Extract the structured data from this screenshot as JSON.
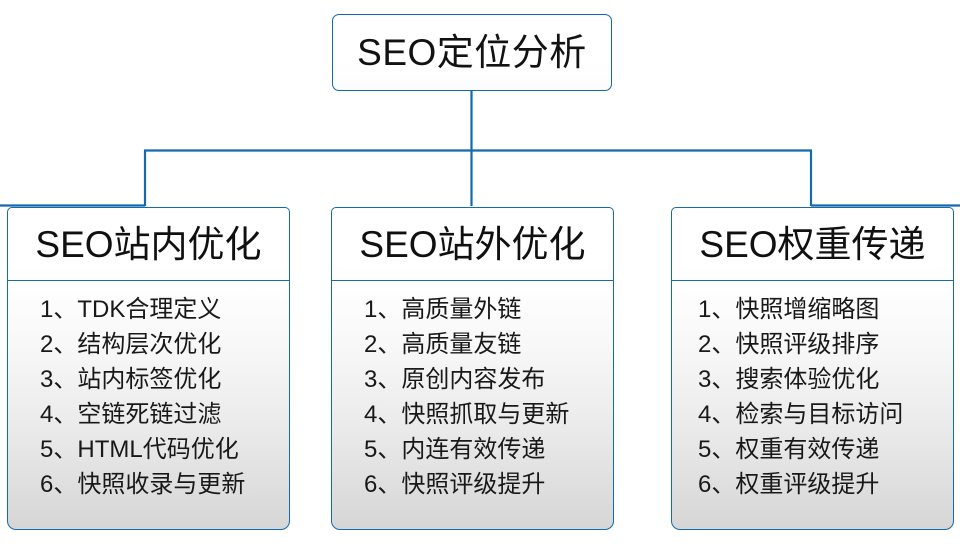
{
  "diagram": {
    "title": "SEO定位分析",
    "accent_color": "#1569ad",
    "text_color": "#121212",
    "body_gradient_top": "#ffffff",
    "body_gradient_bottom": "#d6d6d6",
    "columns": [
      {
        "header": "SEO站内优化",
        "items": [
          {
            "index": "1、",
            "text": "TDK合理定义"
          },
          {
            "index": "2、",
            "text": "结构层次优化"
          },
          {
            "index": "3、",
            "text": "站内标签优化"
          },
          {
            "index": "4、",
            "text": "空链死链过滤"
          },
          {
            "index": "5、",
            "text": "HTML代码优化"
          },
          {
            "index": "6、",
            "text": "快照收录与更新"
          }
        ]
      },
      {
        "header": "SEO站外优化",
        "items": [
          {
            "index": "1、",
            "text": "高质量外链"
          },
          {
            "index": "2、",
            "text": "高质量友链"
          },
          {
            "index": "3、",
            "text": "原创内容发布"
          },
          {
            "index": "4、",
            "text": "快照抓取与更新"
          },
          {
            "index": "5、",
            "text": "内连有效传递"
          },
          {
            "index": "6、",
            "text": "快照评级提升"
          }
        ]
      },
      {
        "header": "SEO权重传递",
        "items": [
          {
            "index": "1、",
            "text": "快照增缩略图"
          },
          {
            "index": "2、",
            "text": "快照评级排序"
          },
          {
            "index": "3、",
            "text": "搜索体验优化"
          },
          {
            "index": "4、",
            "text": "检索与目标访问"
          },
          {
            "index": "5、",
            "text": "权重有效传递"
          },
          {
            "index": "6、",
            "text": "权重评级提升"
          }
        ]
      }
    ]
  }
}
